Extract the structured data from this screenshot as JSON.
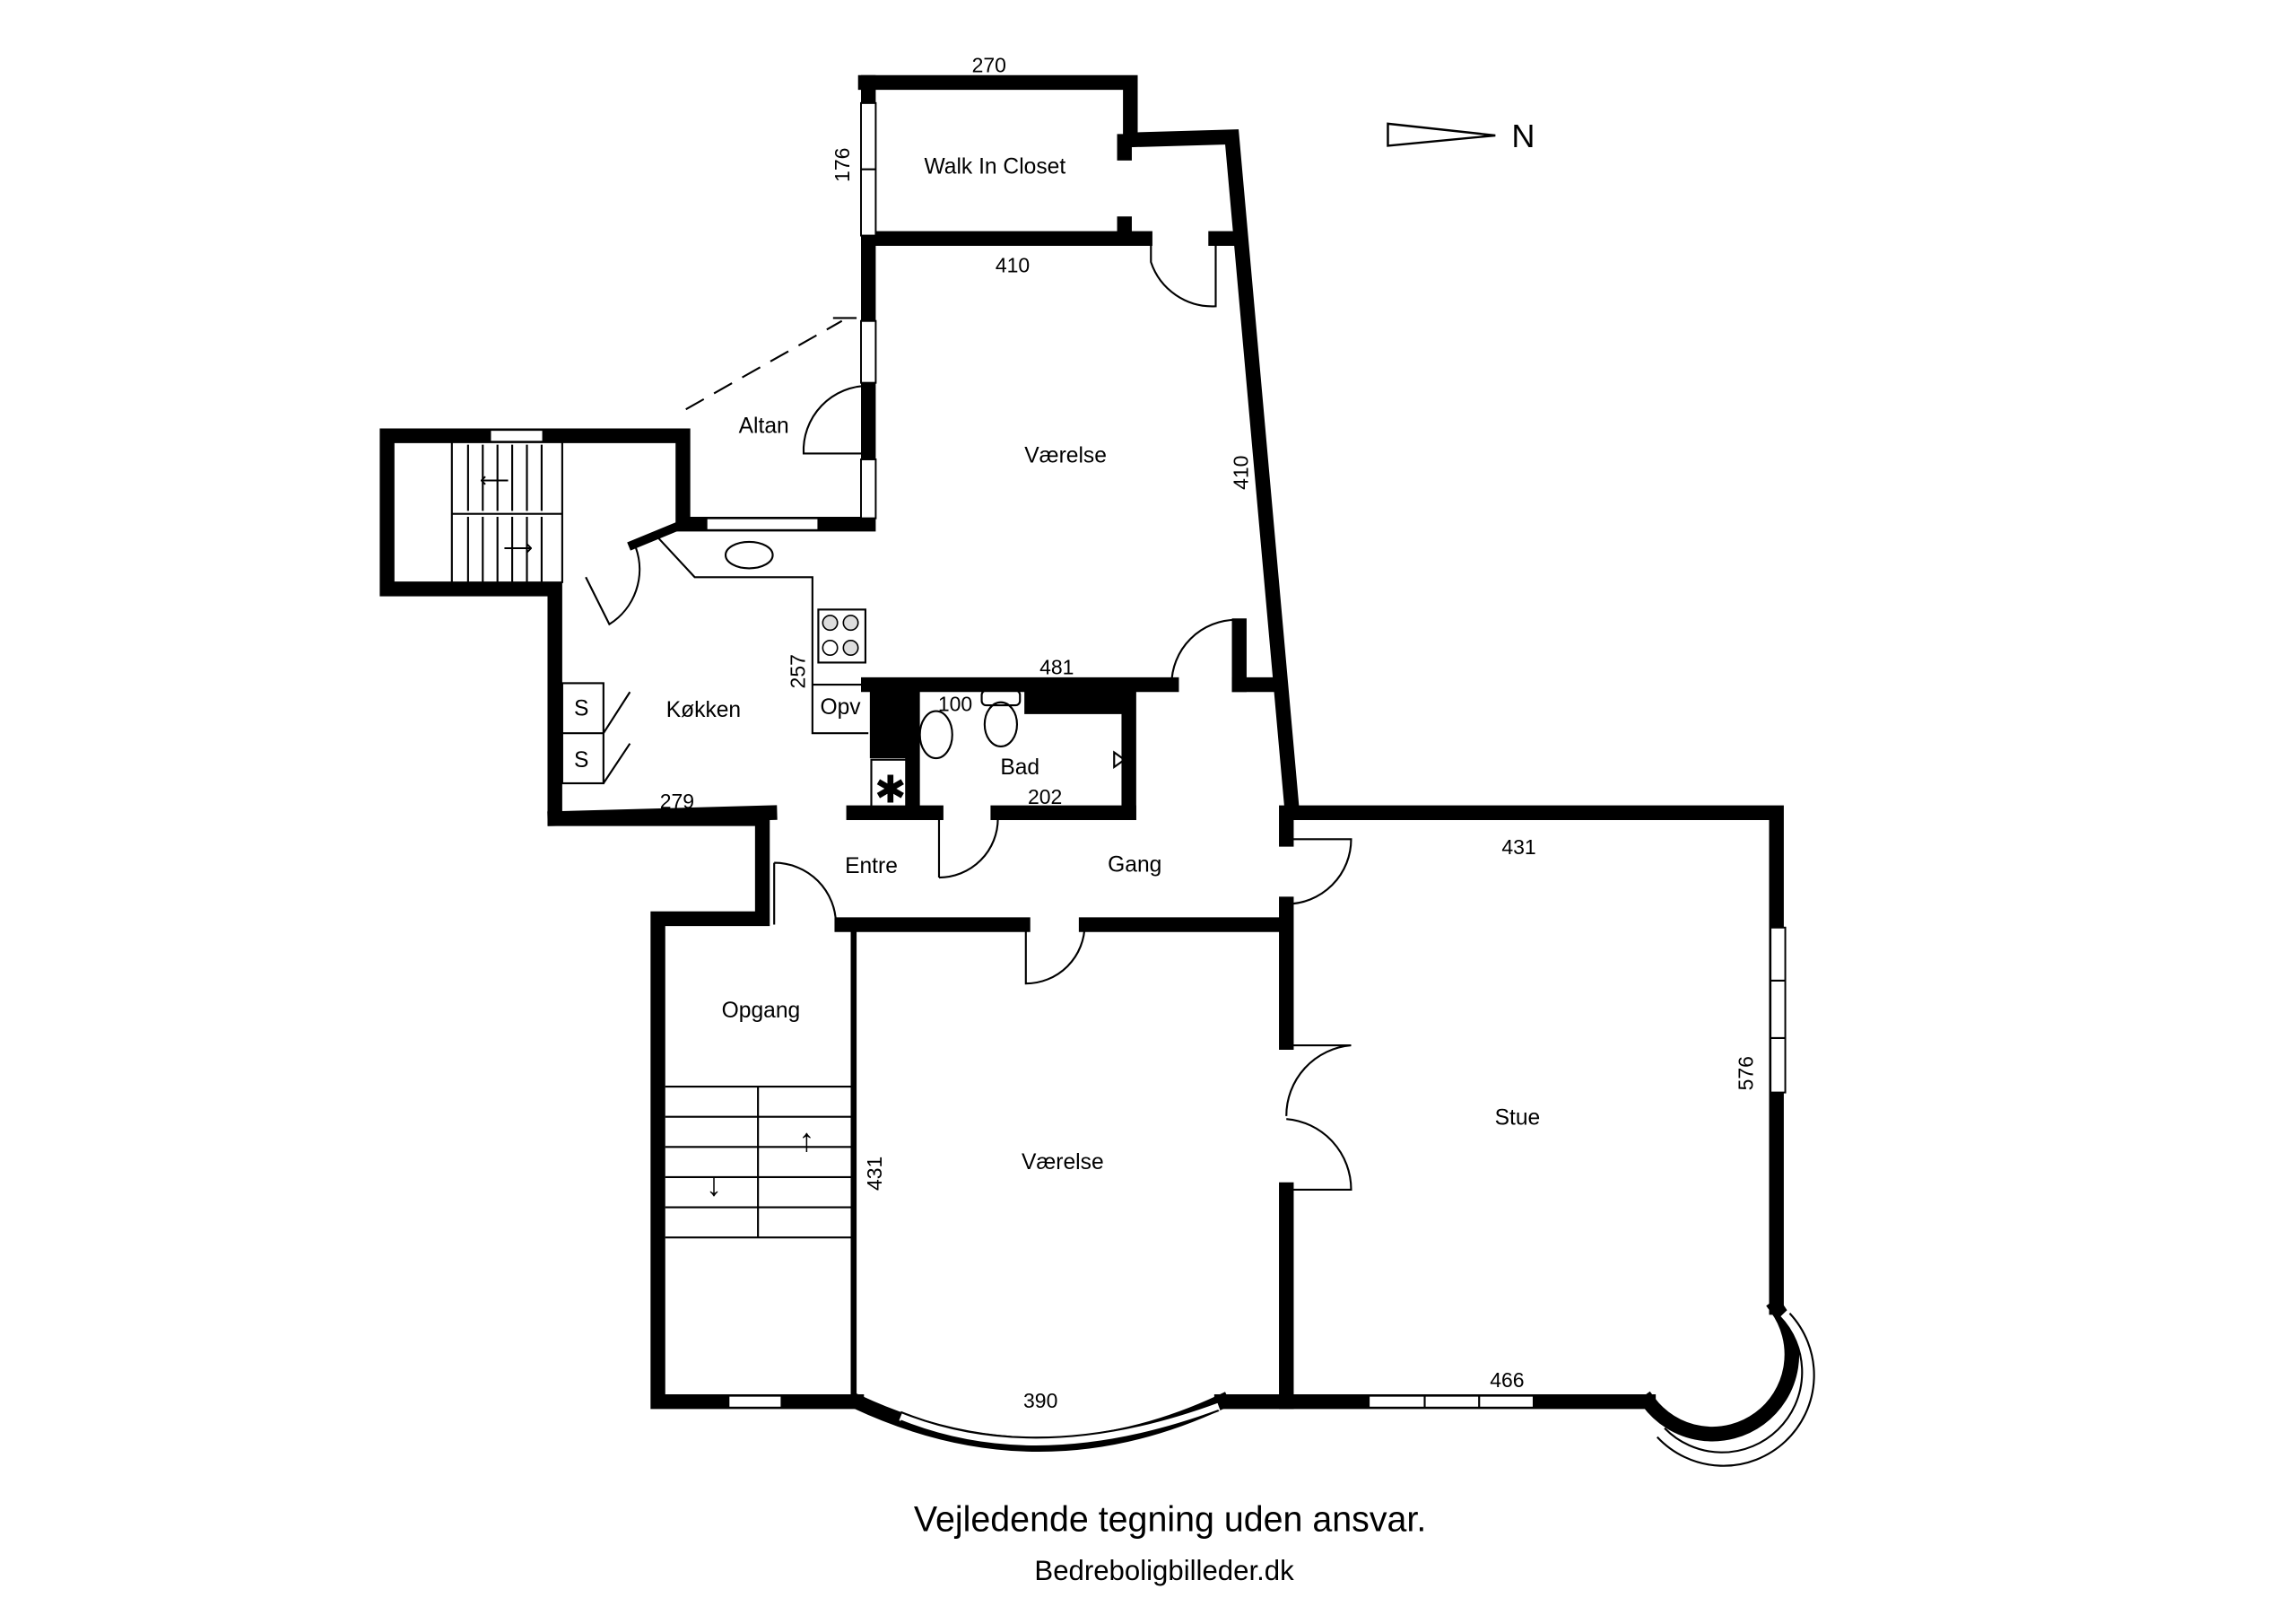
{
  "plan": {
    "rooms": {
      "walk_in_closet": "Walk In Closet",
      "vaerelse_top": "Værelse",
      "altan": "Altan",
      "kokken": "Køkken",
      "opv": "Opv",
      "bad": "Bad",
      "entre": "Entre",
      "gang": "Gang",
      "opgang": "Opgang",
      "vaerelse_bottom": "Værelse",
      "stue": "Stue",
      "cabinet_s1": "S",
      "cabinet_s2": "S"
    },
    "dimensions": {
      "closet_width": "270",
      "closet_height": "176",
      "vaerelse_top_width": "410",
      "vaerelse_top_height": "410",
      "vaerelse_top_bottom": "481",
      "kokken_height": "257",
      "kokken_width": "279",
      "bad_small": "100",
      "bad_width": "202",
      "stue_top": "431",
      "stue_height": "576",
      "stue_bottom": "466",
      "vaerelse_bottom_height": "431",
      "vaerelse_bottom_width": "390"
    },
    "compass": "N"
  },
  "footer": {
    "disclaimer": "Vejledende tegning uden ansvar.",
    "credit": "Bedreboligbilleder.dk"
  }
}
